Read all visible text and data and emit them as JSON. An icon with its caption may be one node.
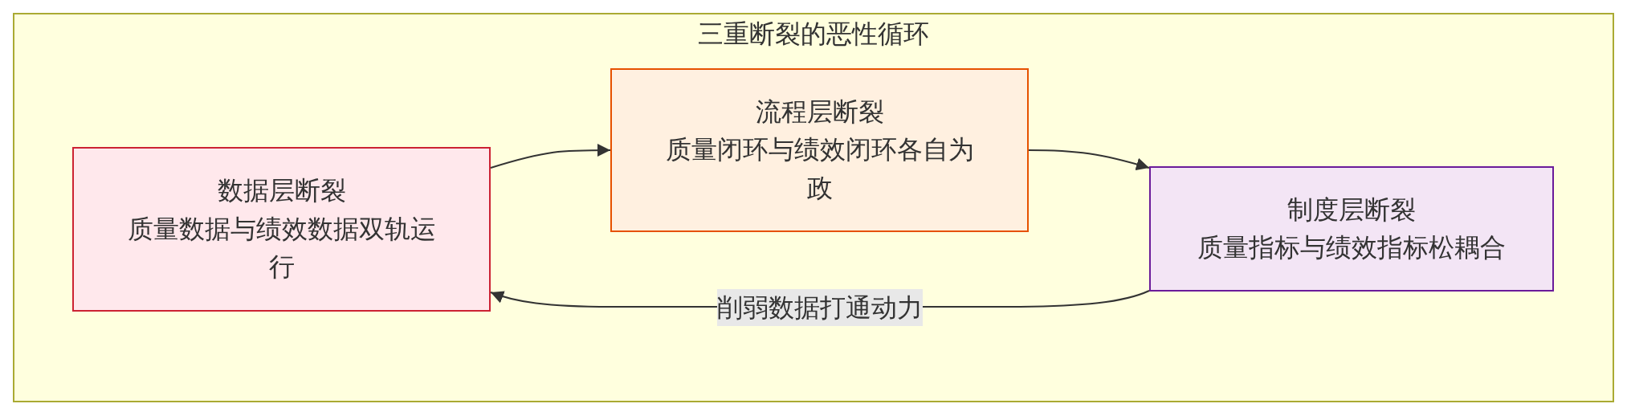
{
  "diagram": {
    "nodes": [
      {
        "text": [
          "三重断裂的恶性循环"
        ]
      },
      {
        "text": [
          "数据层断裂",
          "质量数据与绩效数据双轨运行"
        ],
        "in": 0
      },
      {
        "text": [
          "流程层断裂",
          "质量闭环与绩效闭环各自为政"
        ],
        "in": 0
      },
      {
        "text": [
          "制度层断裂",
          "质量指标与绩效指标松耦合"
        ],
        "in": 0
      }
    ],
    "edges": [
      {
        "from": 1,
        "to": 2,
        "arrow": "to"
      },
      {
        "from": 2,
        "to": 3,
        "arrow": "to"
      },
      {
        "from": 3,
        "to": 1,
        "arrow": "to",
        "label": "削弱数据打通动力"
      }
    ]
  }
}
